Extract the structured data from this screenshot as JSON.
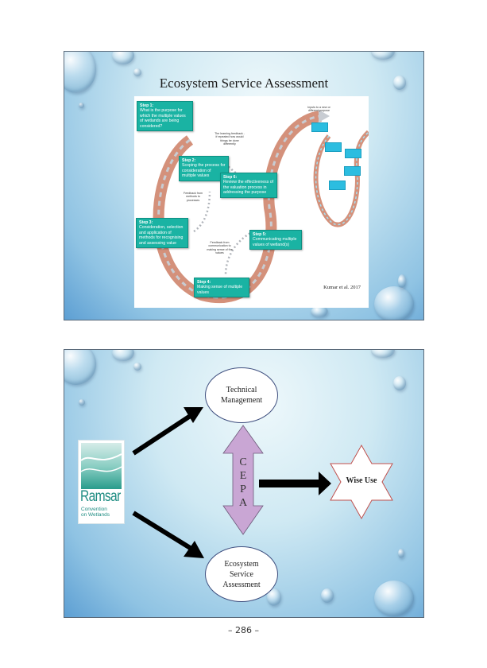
{
  "slide1": {
    "title": "Ecosystem Service Assessment",
    "steps": [
      {
        "label": "Step 1:",
        "text": "What is the purpose for which the multiple values of wetlands are being considered?"
      },
      {
        "label": "Step 2:",
        "text": "Scoping the process for consideration of multiple values"
      },
      {
        "label": "Step 3:",
        "text": "Consideration, selection and application of methods for recognising and assessing value"
      },
      {
        "label": "Step 4:",
        "text": "Making sense of multiple values"
      },
      {
        "label": "Step 5:",
        "text": "Communicating multiple values of wetland(s)"
      },
      {
        "label": "Step 6:",
        "text": "Review the effectiveness of the valuation process in addressing the purpose"
      }
    ],
    "notes": {
      "learning_feedback": "The learning feedback - if repeated how would things be done differently",
      "feedback_methods": "Feedback from methods to processes",
      "feedback_communication": "Feedback from communication to making sense of the values",
      "inputs": "Inputs to a new or different purpose"
    },
    "citation": "Kumar et al. 2017",
    "colors": {
      "step_box": "#1ab3a3",
      "cycle": "#d4917b",
      "arrow": "#b8bcc2",
      "mini_box": "#2cbde0"
    }
  },
  "slide2": {
    "logo": {
      "name": "Ramsar",
      "subtitle_line1": "Convention",
      "subtitle_line2": "on Wetlands"
    },
    "technical": {
      "line1": "Technical",
      "line2": "Management"
    },
    "cepa_letters": [
      "C",
      "E",
      "P",
      "A"
    ],
    "wise_use": "Wise Use",
    "ecosystem": {
      "line1": "Ecosystem",
      "line2": "Service",
      "line3": "Assessment"
    },
    "colors": {
      "cepa_arrow": "#c9a6d4",
      "star_border": "#c0504d",
      "arrows": "#000000"
    }
  },
  "page_number": "– 286 –"
}
